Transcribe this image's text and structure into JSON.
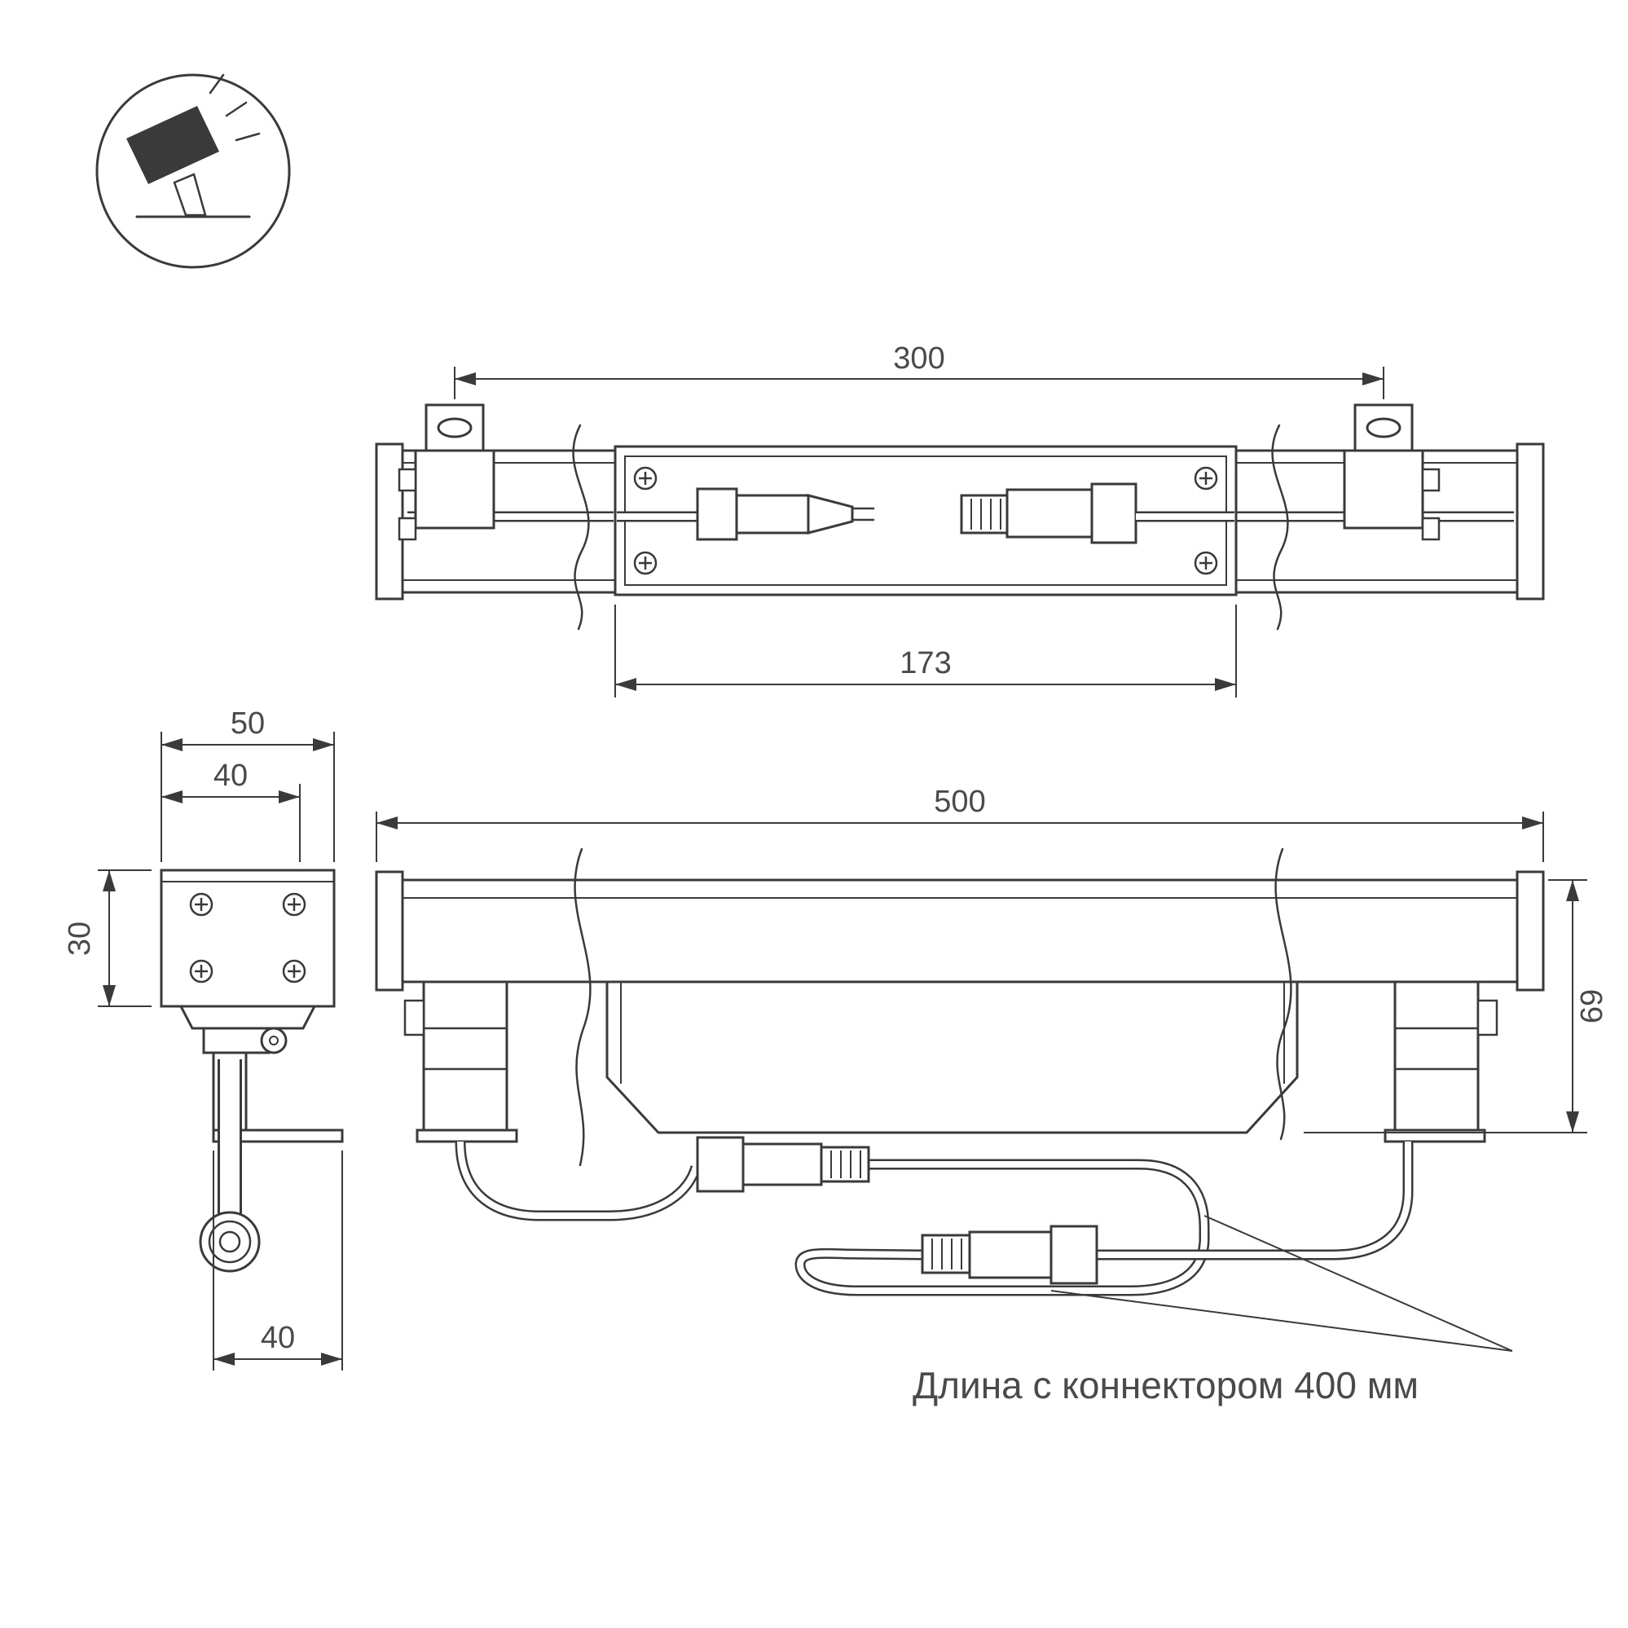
{
  "meta": {
    "background": "#ffffff",
    "line_color": "#3a3a3a",
    "text_color": "#4a4a4a"
  },
  "icon": {
    "type": "tilted-floodlight-on-ground"
  },
  "dimensions": {
    "top_view": {
      "overall": "300",
      "body": "173"
    },
    "end_view": {
      "width_outer": "50",
      "width_inner": "40",
      "height": "30",
      "depth": "40"
    },
    "side_view": {
      "length": "500",
      "height": "69"
    }
  },
  "annotation": {
    "cable_note": "Длина с коннектором 400 мм"
  }
}
